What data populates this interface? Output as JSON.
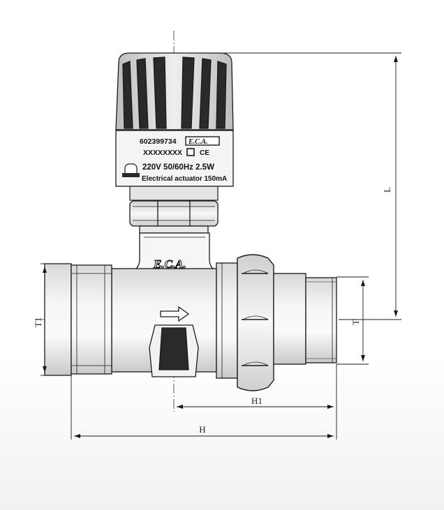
{
  "label": {
    "part_number": "602399734",
    "serial": "XXXXXXXX",
    "ce_mark": "CE",
    "rating": "220V  50/60Hz  2.5W",
    "description": "Electrical  actuator  150mA"
  },
  "brand": {
    "logo_text": "E.C.A.",
    "label_logo_text": "E.C.A."
  },
  "dimensions": {
    "L": "L",
    "T": "T",
    "T1": "T1",
    "H": "H",
    "H1": "H1"
  },
  "colors": {
    "line": "#1a1a1a",
    "metal_light": "#f3f3f3",
    "metal_mid": "#cfcfcf",
    "knob_dark": "#222222"
  }
}
